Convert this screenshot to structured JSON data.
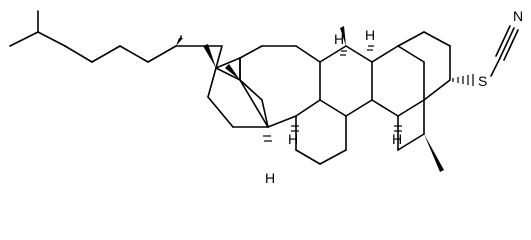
{
  "structure": {
    "atom_labels": {
      "h_top_1": "H",
      "h_top_2": "H",
      "h_bottom_1": "H",
      "h_bottom_2": "H",
      "h_bottom_3": "H",
      "sulfur": "S",
      "nitrogen": "N"
    }
  }
}
